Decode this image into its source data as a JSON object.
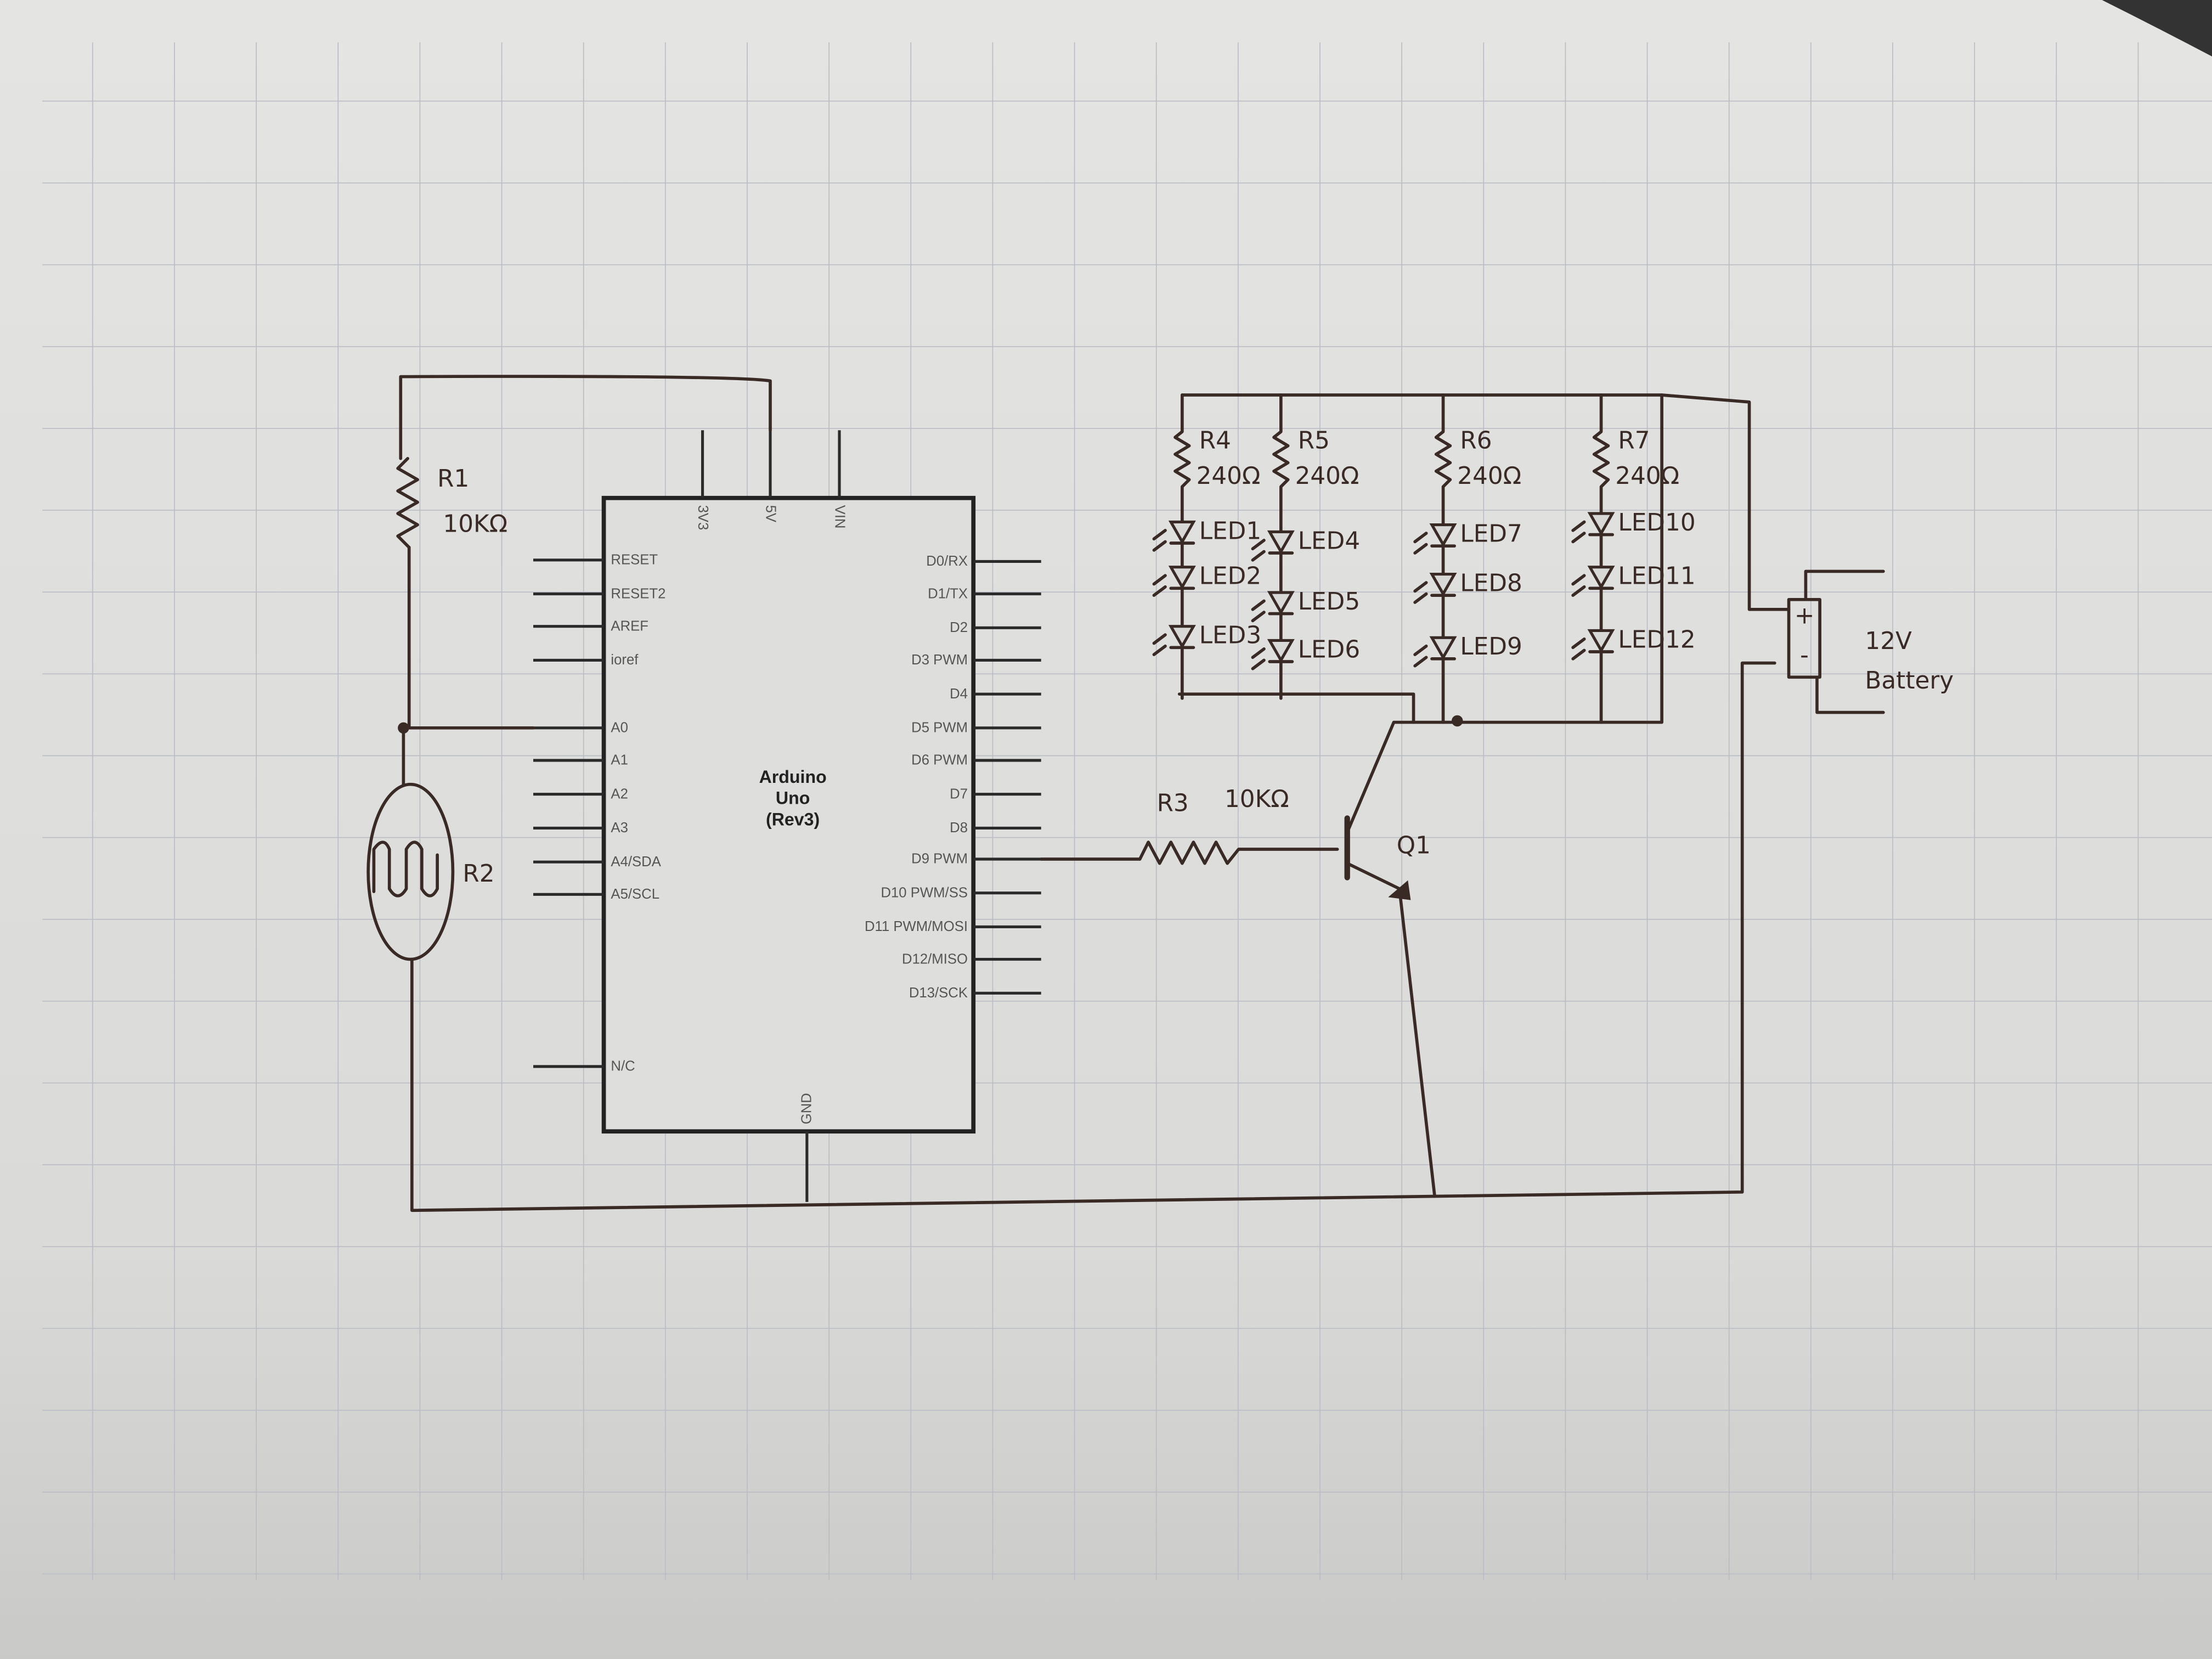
{
  "arduino": {
    "title": [
      "Arduino",
      "Uno",
      "(Rev3)"
    ],
    "top_pins": [
      "3V3",
      "5V",
      "VIN"
    ],
    "left_pins": [
      "RESET",
      "RESET2",
      "AREF",
      "ioref",
      "A0",
      "A1",
      "A2",
      "A3",
      "A4/SDA",
      "A5/SCL",
      "N/C"
    ],
    "right_pins": [
      "D0/RX",
      "D1/TX",
      "D2",
      "D3 PWM",
      "D4",
      "D5 PWM",
      "D6 PWM",
      "D7",
      "D8",
      "D9 PWM",
      "D10 PWM/SS",
      "D11 PWM/MOSI",
      "D12/MISO",
      "D13/SCK"
    ],
    "bottom_pin": "GND"
  },
  "components": {
    "r1": {
      "name": "R1",
      "value": "10KΩ"
    },
    "r2": {
      "name": "R2"
    },
    "r3": {
      "name": "R3",
      "value": "10KΩ"
    },
    "q1": {
      "name": "Q1"
    },
    "battery": {
      "voltage": "12V",
      "label": "Battery",
      "plus": "+",
      "minus": "-"
    },
    "led_columns": [
      {
        "resistor": "R4",
        "value": "240Ω",
        "leds": [
          "LED1",
          "LED2",
          "LED3"
        ]
      },
      {
        "resistor": "R5",
        "value": "240Ω",
        "leds": [
          "LED4",
          "LED5",
          "LED6"
        ]
      },
      {
        "resistor": "R6",
        "value": "240Ω",
        "leds": [
          "LED7",
          "LED8",
          "LED9"
        ]
      },
      {
        "resistor": "R7",
        "value": "240Ω",
        "leds": [
          "LED10",
          "LED11",
          "LED12"
        ]
      }
    ]
  },
  "colors": {
    "paper": "#dcdcda",
    "grid": "#b9bcc4",
    "ink": "#3a2a26"
  }
}
